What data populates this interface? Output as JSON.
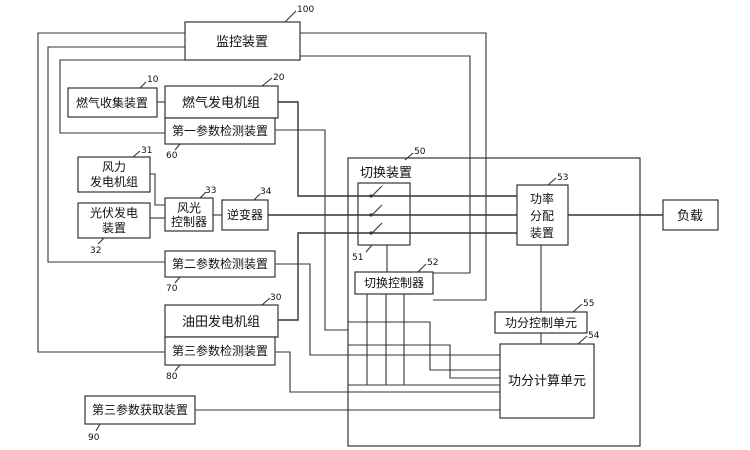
{
  "nodes": {
    "monitor": {
      "label": "监控装置",
      "ref": "100"
    },
    "gas_collect": {
      "label": "燃气收集装置",
      "ref": "10"
    },
    "gas_gen": {
      "label": "燃气发电机组",
      "ref": "20"
    },
    "param1": {
      "label": "第一参数检测装置",
      "ref": "60"
    },
    "wind": {
      "line1": "风力",
      "line2": "发电机组",
      "ref": "31"
    },
    "pv": {
      "line1": "光伏发电",
      "line2": "装置",
      "ref": "32"
    },
    "ctrl": {
      "line1": "风光",
      "line2": "控制器",
      "ref": "33"
    },
    "inverter": {
      "label": "逆变器",
      "ref": "34"
    },
    "param2": {
      "label": "第二参数检测装置",
      "ref": "70"
    },
    "oil_gen": {
      "label": "油田发电机组",
      "ref": "30"
    },
    "param3": {
      "label": "第三参数检测装置",
      "ref": "80"
    },
    "param3_get": {
      "label": "第三参数获取装置",
      "ref": "90"
    },
    "switch_dev": {
      "label": "切换装置",
      "ref": "50"
    },
    "switch_unit": {
      "ref": "51"
    },
    "switch_ctrl": {
      "label": "切换控制器",
      "ref": "52"
    },
    "power_dist": {
      "line1": "功率",
      "line2": "分配",
      "line3": "装置",
      "ref": "53"
    },
    "ps_ctrl": {
      "label": "功分控制单元",
      "ref": "55"
    },
    "ps_calc": {
      "label": "功分计算单元",
      "ref": "54"
    },
    "load": {
      "label": "负载"
    }
  }
}
